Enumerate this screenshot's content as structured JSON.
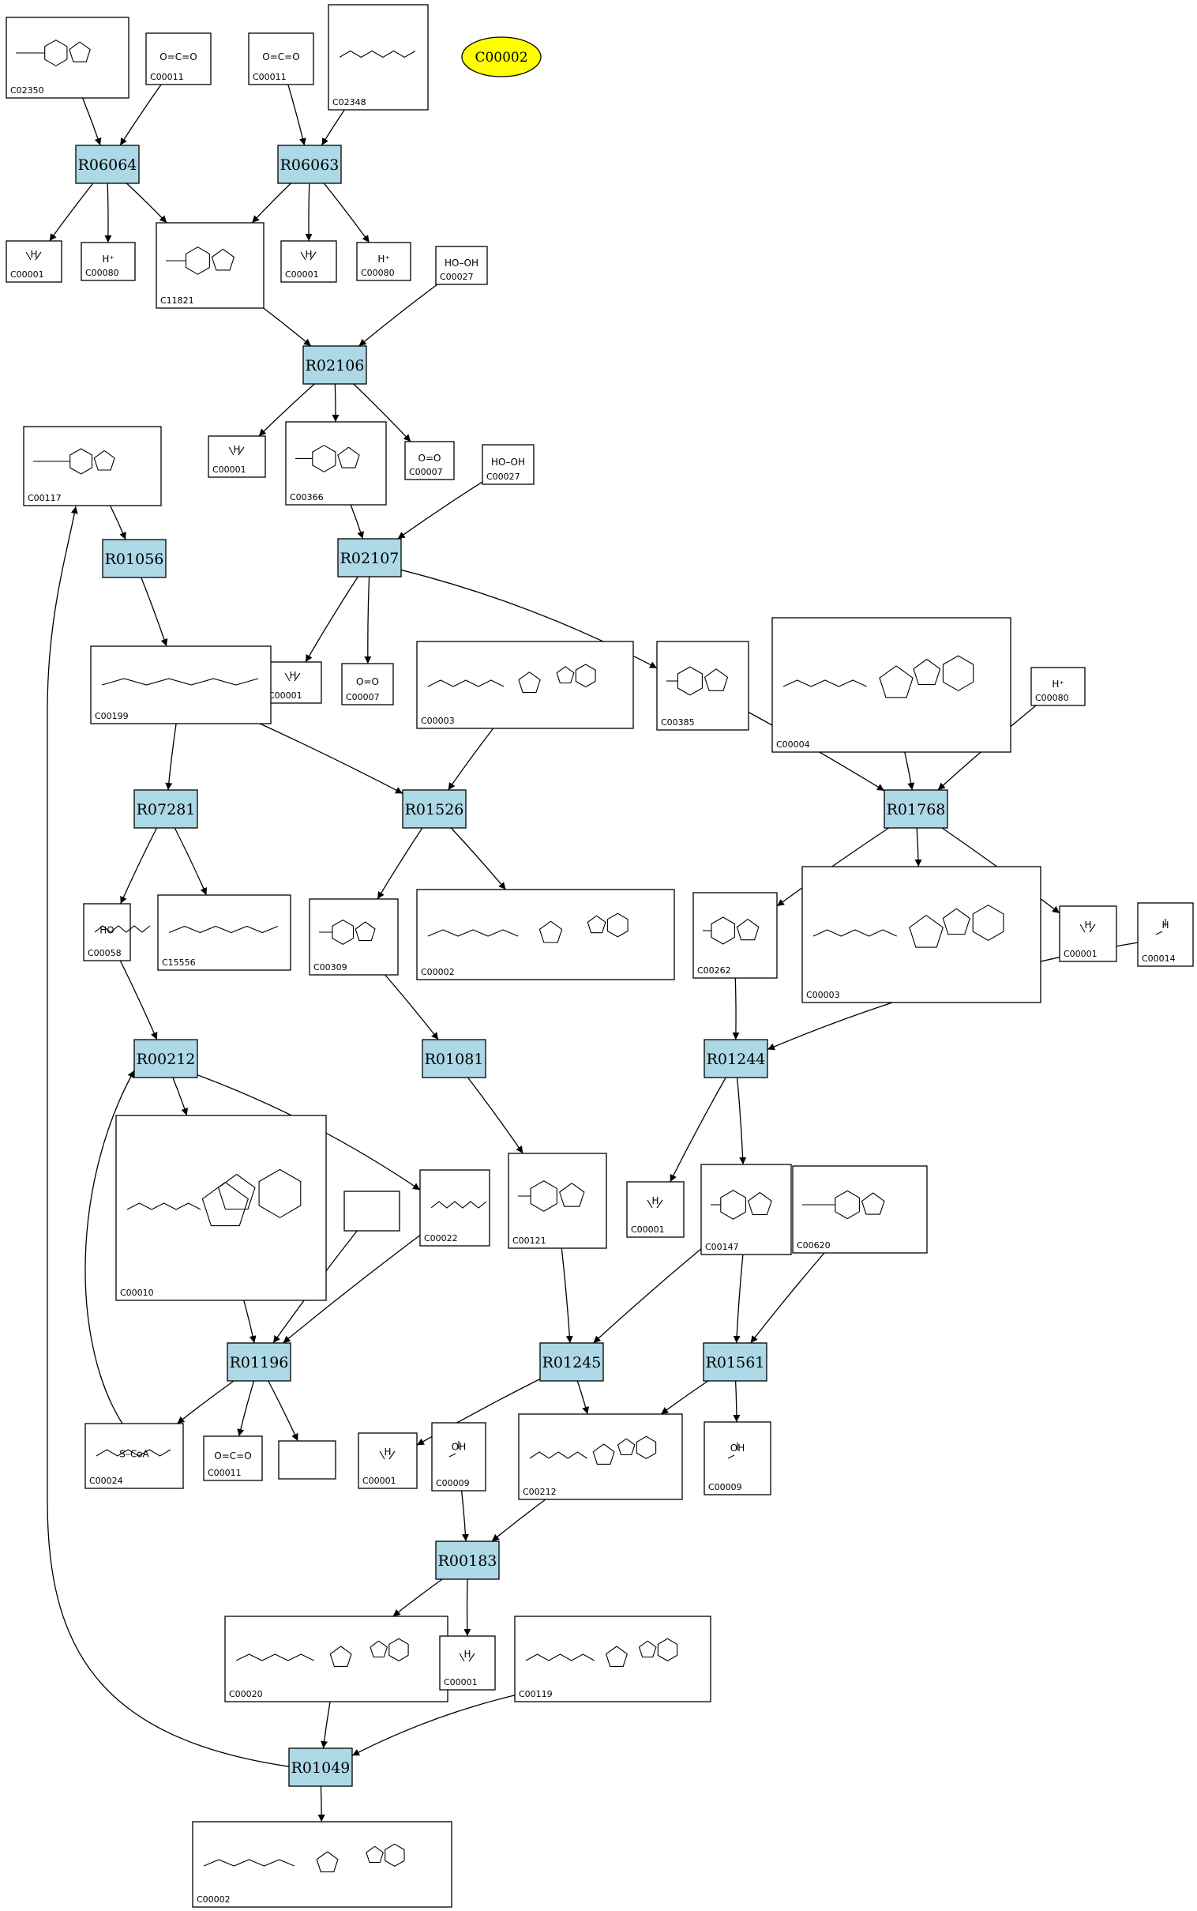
{
  "highlight": {
    "label": "C00002",
    "color": "#ffff00"
  },
  "reaction_color": "#add8e6",
  "reactions": [
    {
      "id": "R06064",
      "label": "R06064"
    },
    {
      "id": "R06063",
      "label": "R06063"
    },
    {
      "id": "R02106",
      "label": "R02106"
    },
    {
      "id": "R02107",
      "label": "R02107"
    },
    {
      "id": "R01056",
      "label": "R01056"
    },
    {
      "id": "R07281",
      "label": "R07281"
    },
    {
      "id": "R01526",
      "label": "R01526"
    },
    {
      "id": "R01768",
      "label": "R01768"
    },
    {
      "id": "R00212",
      "label": "R00212"
    },
    {
      "id": "R01081",
      "label": "R01081"
    },
    {
      "id": "R01244",
      "label": "R01244"
    },
    {
      "id": "R01196",
      "label": "R01196"
    },
    {
      "id": "R01245",
      "label": "R01245"
    },
    {
      "id": "R01561",
      "label": "R01561"
    },
    {
      "id": "R00183",
      "label": "R00183"
    },
    {
      "id": "R01049",
      "label": "R01049"
    }
  ],
  "compounds": [
    {
      "id": "c02350",
      "code": "C02350",
      "structure": "ring"
    },
    {
      "id": "c00011a",
      "code": "C00011",
      "formula": "O=C=O",
      "structure": "co2"
    },
    {
      "id": "c00011b",
      "code": "C00011",
      "formula": "O=C=O",
      "structure": "co2"
    },
    {
      "id": "c02348",
      "code": "C02348",
      "structure": "chain"
    },
    {
      "id": "c00001a",
      "code": "C00001",
      "formula": "H",
      "structure": "water"
    },
    {
      "id": "c00080a",
      "code": "C00080",
      "formula": "H⁺",
      "structure": "proton"
    },
    {
      "id": "c11821",
      "code": "C11821",
      "structure": "ring"
    },
    {
      "id": "c00001b",
      "code": "C00001",
      "formula": "H",
      "structure": "water"
    },
    {
      "id": "c00080b",
      "code": "C00080",
      "formula": "H⁺",
      "structure": "proton"
    },
    {
      "id": "c00027a",
      "code": "C00027",
      "formula": "HO–OH",
      "structure": "text"
    },
    {
      "id": "c00117",
      "code": "C00117",
      "structure": "ring"
    },
    {
      "id": "c00001c",
      "code": "C00001",
      "formula": "H",
      "structure": "water"
    },
    {
      "id": "c00366",
      "code": "C00366",
      "structure": "ring"
    },
    {
      "id": "c00007a",
      "code": "C00007",
      "formula": "O=O",
      "structure": "text"
    },
    {
      "id": "c00027b",
      "code": "C00027",
      "formula": "HO–OH",
      "structure": "text"
    },
    {
      "id": "c00001d",
      "code": "C00001",
      "formula": "H",
      "structure": "water"
    },
    {
      "id": "c00007b",
      "code": "C00007",
      "formula": "O=O",
      "structure": "text"
    },
    {
      "id": "c00199",
      "code": "C00199",
      "structure": "chain"
    },
    {
      "id": "c00003a",
      "code": "C00003",
      "structure": "nucleotide"
    },
    {
      "id": "c00385",
      "code": "C00385",
      "structure": "ring"
    },
    {
      "id": "c00004",
      "code": "C00004",
      "structure": "nucleotide"
    },
    {
      "id": "c00080c",
      "code": "C00080",
      "formula": "H⁺",
      "structure": "proton"
    },
    {
      "id": "c00058",
      "code": "C00058",
      "formula": "HO",
      "structure": "chain"
    },
    {
      "id": "c15556",
      "code": "C15556",
      "structure": "chain"
    },
    {
      "id": "c00309",
      "code": "C00309",
      "structure": "ring"
    },
    {
      "id": "c00002a",
      "code": "C00002",
      "structure": "nucleotide"
    },
    {
      "id": "c00262",
      "code": "C00262",
      "structure": "ring"
    },
    {
      "id": "c00003b",
      "code": "C00003",
      "structure": "nucleotide"
    },
    {
      "id": "c00001e",
      "code": "C00001",
      "formula": "H",
      "structure": "water"
    },
    {
      "id": "c00014",
      "code": "C00014",
      "formula": "H",
      "structure": "ammonia"
    },
    {
      "id": "c00010",
      "code": "C00010",
      "structure": "nucleotide"
    },
    {
      "id": "cblank1",
      "code": "",
      "structure": "blank"
    },
    {
      "id": "c00022",
      "code": "C00022",
      "structure": "chain"
    },
    {
      "id": "c00121",
      "code": "C00121",
      "structure": "ring"
    },
    {
      "id": "c00001f",
      "code": "C00001",
      "formula": "H",
      "structure": "water"
    },
    {
      "id": "c00147",
      "code": "C00147",
      "structure": "ring"
    },
    {
      "id": "c00620",
      "code": "C00620",
      "structure": "ring"
    },
    {
      "id": "c00024",
      "code": "C00024",
      "formula": "S–CoA",
      "structure": "chain"
    },
    {
      "id": "c00011c",
      "code": "C00011",
      "formula": "O=C=O",
      "structure": "co2"
    },
    {
      "id": "cblank2",
      "code": "",
      "structure": "blank"
    },
    {
      "id": "c00001g",
      "code": "C00001",
      "formula": "H",
      "structure": "water"
    },
    {
      "id": "c00009a",
      "code": "C00009",
      "formula": "OH",
      "structure": "phosphate"
    },
    {
      "id": "c00212",
      "code": "C00212",
      "structure": "nucleotide"
    },
    {
      "id": "c00009b",
      "code": "C00009",
      "formula": "OH",
      "structure": "phosphate"
    },
    {
      "id": "c00020",
      "code": "C00020",
      "structure": "nucleotide"
    },
    {
      "id": "c00001h",
      "code": "C00001",
      "formula": "H",
      "structure": "water"
    },
    {
      "id": "c00119",
      "code": "C00119",
      "structure": "nucleotide"
    },
    {
      "id": "c00002b",
      "code": "C00002",
      "structure": "nucleotide"
    }
  ],
  "edges": [
    [
      "c02350",
      "R06064"
    ],
    [
      "c00011a",
      "R06064"
    ],
    [
      "c00011b",
      "R06063"
    ],
    [
      "c02348",
      "R06063"
    ],
    [
      "R06064",
      "c00001a"
    ],
    [
      "R06064",
      "c00080a"
    ],
    [
      "R06064",
      "c11821"
    ],
    [
      "R06063",
      "c11821"
    ],
    [
      "R06063",
      "c00001b"
    ],
    [
      "R06063",
      "c00080b"
    ],
    [
      "c11821",
      "R02106"
    ],
    [
      "c00027a",
      "R02106"
    ],
    [
      "R02106",
      "c00001c"
    ],
    [
      "R02106",
      "c00366"
    ],
    [
      "R02106",
      "c00007a"
    ],
    [
      "c00366",
      "R02107"
    ],
    [
      "c00027b",
      "R02107"
    ],
    [
      "R02107",
      "c00001d"
    ],
    [
      "R02107",
      "c00007b"
    ],
    [
      "R02107",
      "c00385"
    ],
    [
      "c00117",
      "R01056"
    ],
    [
      "R01056",
      "c00199"
    ],
    [
      "c00199",
      "R07281"
    ],
    [
      "c00199",
      "R01526"
    ],
    [
      "c00003a",
      "R01526"
    ],
    [
      "c00385",
      "R01768"
    ],
    [
      "c00004",
      "R01768"
    ],
    [
      "c00080c",
      "R01768"
    ],
    [
      "R07281",
      "c00058"
    ],
    [
      "R07281",
      "c15556"
    ],
    [
      "R01526",
      "c00309"
    ],
    [
      "R01526",
      "c00002a"
    ],
    [
      "R01768",
      "c00262"
    ],
    [
      "R01768",
      "c00003b"
    ],
    [
      "R01768",
      "c00001e"
    ],
    [
      "c00058",
      "R00212"
    ],
    [
      "c00024",
      "R00212"
    ],
    [
      "c00309",
      "R01081"
    ],
    [
      "c00262",
      "R01244"
    ],
    [
      "c00014",
      "R01244"
    ],
    [
      "R00212",
      "c00010"
    ],
    [
      "R00212",
      "c00022"
    ],
    [
      "R01081",
      "c00121"
    ],
    [
      "R01244",
      "c00001f"
    ],
    [
      "R01244",
      "c00147"
    ],
    [
      "c00010",
      "R01196"
    ],
    [
      "cblank1",
      "R01196"
    ],
    [
      "c00022",
      "R01196"
    ],
    [
      "c00121",
      "R01245"
    ],
    [
      "c00147",
      "R01245"
    ],
    [
      "c00147",
      "R01561"
    ],
    [
      "c00620",
      "R01561"
    ],
    [
      "R01196",
      "c00024"
    ],
    [
      "R01196",
      "c00011c"
    ],
    [
      "R01196",
      "cblank2"
    ],
    [
      "R01245",
      "c00001g"
    ],
    [
      "R01245",
      "c00212"
    ],
    [
      "R01561",
      "c00212"
    ],
    [
      "R01561",
      "c00009b"
    ],
    [
      "c00009a",
      "R00183"
    ],
    [
      "c00212",
      "R00183"
    ],
    [
      "R00183",
      "c00020"
    ],
    [
      "R00183",
      "c00001h"
    ],
    [
      "c00020",
      "R01049"
    ],
    [
      "c00119",
      "R01049"
    ],
    [
      "R01049",
      "c00002b"
    ],
    [
      "R01049",
      "c00117"
    ]
  ]
}
